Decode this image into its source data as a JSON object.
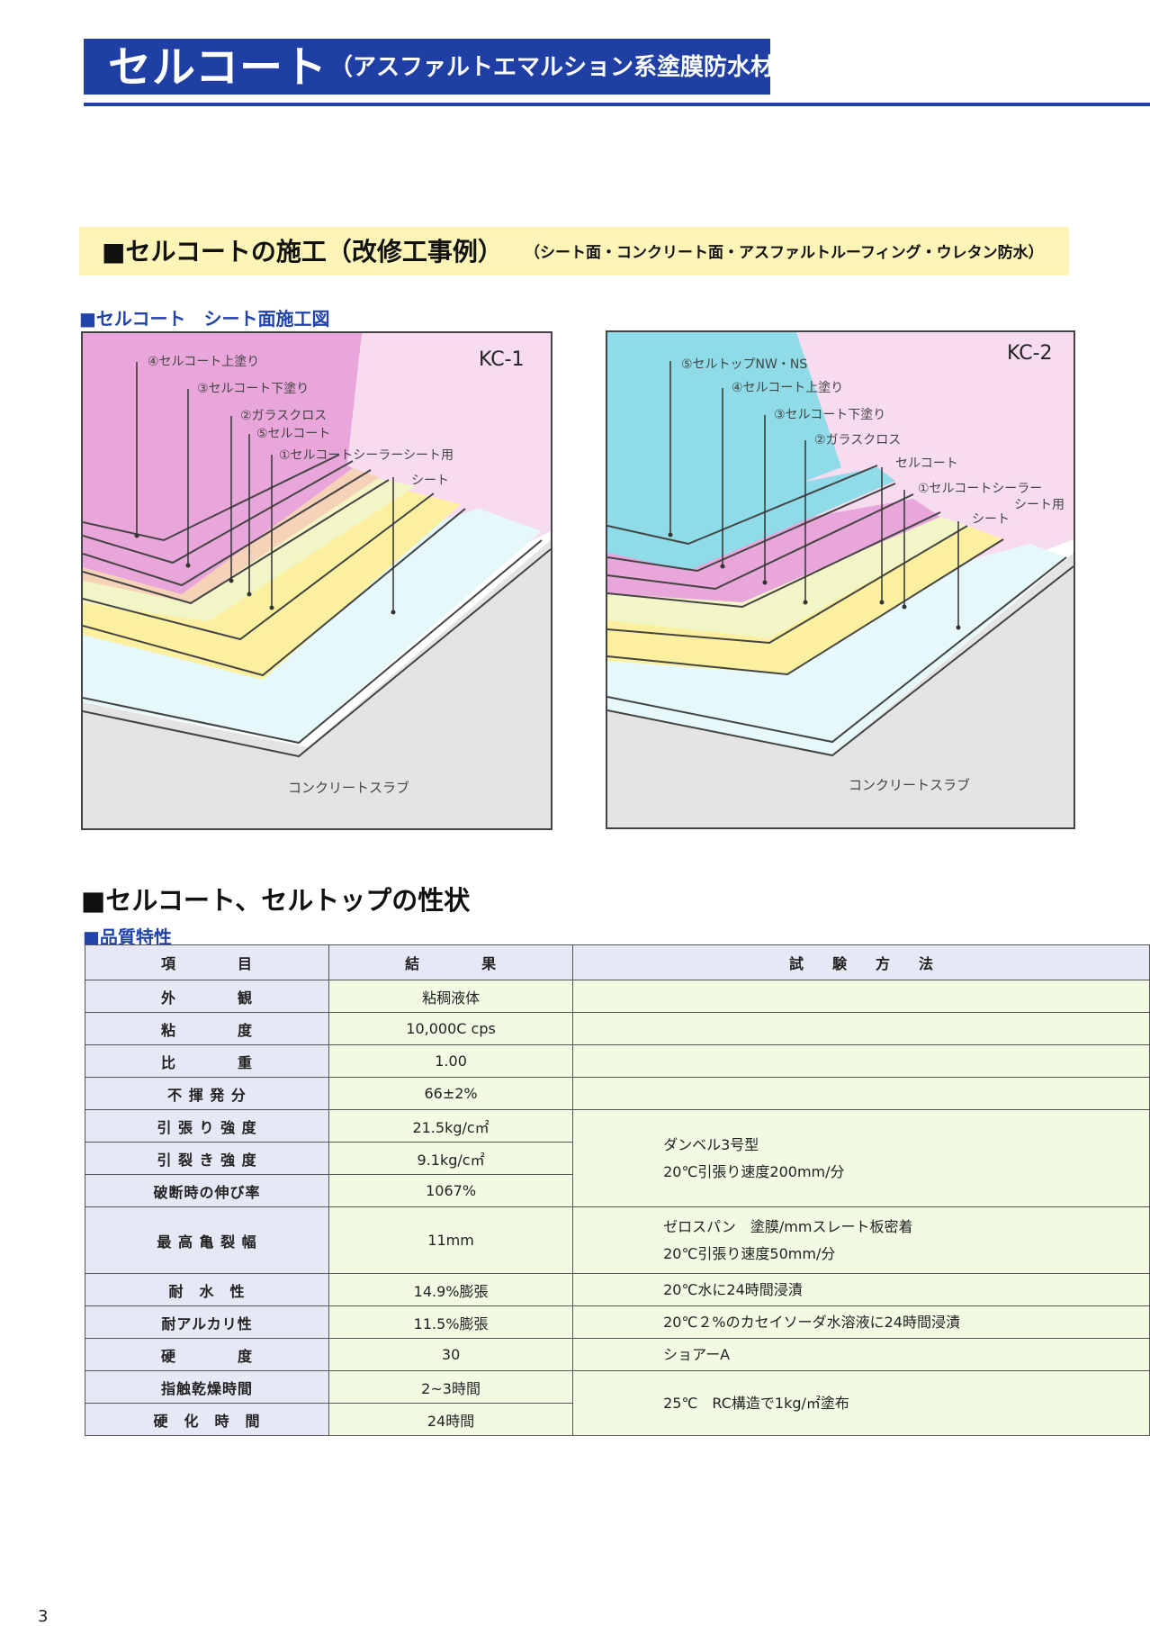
{
  "header": {
    "title": "セルコート",
    "subtitle": "（アスファルトエマルション系塗膜防水材）"
  },
  "construction": {
    "title": "■セルコートの施工（改修工事例）",
    "subtitle": "（シート面・コンクリート面・アスファルトルーフィング・ウレタン防水）",
    "diagram_caption": "■セルコート　シート面施工図"
  },
  "diagrams": {
    "kc1": {
      "code": "KC-1",
      "labels": [
        "④セルコート上塗り",
        "③セルコート下塗り",
        "②ガラスクロス",
        "⑤セルコート",
        "①セルコートシーラーシート用",
        "シート"
      ],
      "base_label": "コンクリートスラブ"
    },
    "kc2": {
      "code": "KC-2",
      "labels": [
        "⑤セルトップNW・NS",
        "④セルコート上塗り",
        "③セルコート下塗り",
        "②ガラスクロス",
        "セルコート",
        "①セルコートシーラー",
        "シート用",
        "シート"
      ],
      "base_label": "コンクリートスラブ"
    }
  },
  "properties": {
    "title": "■セルコート、セルトップの性状",
    "quality_label": "■品質特性",
    "headers": [
      "項　　　　目",
      "結　　　　果",
      "試　　験　　方　　法"
    ],
    "rows": [
      {
        "item": "外　　　　観",
        "result": "粘稠液体"
      },
      {
        "item": "粘　　　　度",
        "result": "10,000C cps"
      },
      {
        "item": "比　　　　重",
        "result": "1.00"
      },
      {
        "item": "不 揮 発 分",
        "result": "66±2%"
      },
      {
        "item": "引 張 り 強 度",
        "result": "21.5kg/c㎡"
      },
      {
        "item": "引 裂 き 強 度",
        "result": "9.1kg/c㎡"
      },
      {
        "item": "破断時の伸び率",
        "result": "1067%"
      },
      {
        "item": "最 高 亀 裂 幅",
        "result": "11mm"
      },
      {
        "item": "耐　水　性",
        "result": "14.9%膨張"
      },
      {
        "item": "耐アルカリ性",
        "result": "11.5%膨張"
      },
      {
        "item": "硬　　　　度",
        "result": "30"
      },
      {
        "item": "指触乾燥時間",
        "result": "2~3時間"
      },
      {
        "item": "硬　化　時　間",
        "result": "24時間"
      }
    ],
    "methods": {
      "tensile_1": "ダンベル3号型",
      "tensile_2": "20℃引張り速度200mm/分",
      "crack_1": "ゼロスパン　塗膜/mmスレート板密着",
      "crack_2": "20℃引張り速度50mm/分",
      "water": "20℃水に24時間浸漬",
      "alkali": "20℃２%のカセイソーダ水溶液に24時間浸漬",
      "hardness": "ショアーA",
      "drying": "25℃　RC構造で1kg/㎡塗布"
    }
  },
  "page_number": "3",
  "colors": {
    "brand_blue": "#1f3fa5",
    "banner_yellow": "#fdf5b8",
    "table_label_bg": "#e6e8f5",
    "table_value_bg": "#f2fae4"
  }
}
